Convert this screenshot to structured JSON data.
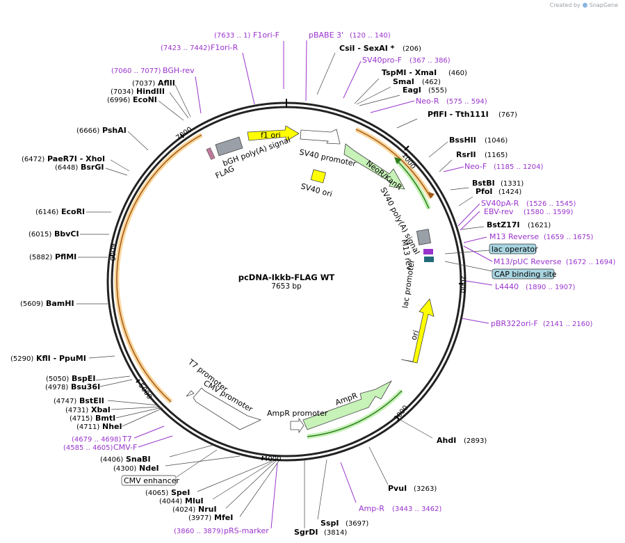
{
  "credit": {
    "prefix": "Created by",
    "brand": "SnapGene"
  },
  "plasmid": {
    "name": "pcDNA-Ikkb-FLAG WT",
    "size": "7653 bp",
    "length": 7653
  },
  "ticks": [
    "1000",
    "2000",
    "3000",
    "4000",
    "5000",
    "6000",
    "7000"
  ],
  "enzymes": [
    {
      "name": "CsiI  - SexAI *",
      "pos": "(206)"
    },
    {
      "name": "TspMI  - XmaI",
      "pos": "(460)"
    },
    {
      "name": "SmaI",
      "pos": "(462)"
    },
    {
      "name": "EagI",
      "pos": "(555)"
    },
    {
      "name": "PflFI  - Tth111I",
      "pos": "(767)"
    },
    {
      "name": "BssHII",
      "pos": "(1046)"
    },
    {
      "name": "RsrII",
      "pos": "(1165)"
    },
    {
      "name": "BstBI",
      "pos": "(1331)"
    },
    {
      "name": "PfoI",
      "pos": "(1424)"
    },
    {
      "name": "BstZ17I",
      "pos": "(1621)"
    },
    {
      "name": "AhdI",
      "pos": "(2893)"
    },
    {
      "name": "PvuI",
      "pos": "(3263)"
    },
    {
      "name": "SspI",
      "pos": "(3697)"
    },
    {
      "name": "SgrDI",
      "pos": "(3814)"
    },
    {
      "name": "MfeI",
      "pos": "(3977)"
    },
    {
      "name": "NruI",
      "pos": "(4024)"
    },
    {
      "name": "MluI",
      "pos": "(4044)"
    },
    {
      "name": "SpeI",
      "pos": "(4065)"
    },
    {
      "name": "NdeI",
      "pos": "(4300)"
    },
    {
      "name": "SnaBI",
      "pos": "(4406)"
    },
    {
      "name": "NheI",
      "pos": "(4711)"
    },
    {
      "name": "BmtI",
      "pos": "(4715)"
    },
    {
      "name": "XbaI",
      "pos": "(4731)"
    },
    {
      "name": "BstEII",
      "pos": "(4747)"
    },
    {
      "name": "Bsu36I",
      "pos": "(4978)"
    },
    {
      "name": "BspEI",
      "pos": "(5050)"
    },
    {
      "name": "KflI  - PpuMI",
      "pos": "(5290)"
    },
    {
      "name": "BamHI",
      "pos": "(5609)"
    },
    {
      "name": "PflMI",
      "pos": "(5882)"
    },
    {
      "name": "BbvCI",
      "pos": "(6015)"
    },
    {
      "name": "EcoRI",
      "pos": "(6146)"
    },
    {
      "name": "BsrGI",
      "pos": "(6448)"
    },
    {
      "name": "PaeR7I  - XhoI",
      "pos": "(6472)"
    },
    {
      "name": "PshAI",
      "pos": "(6666)"
    },
    {
      "name": "EcoNI",
      "pos": "(6996)"
    },
    {
      "name": "HindIII",
      "pos": "(7034)"
    },
    {
      "name": "AflII",
      "pos": "(7037)"
    }
  ],
  "primers": [
    {
      "name": "F1ori-F",
      "pos": "(7633 .. 1)"
    },
    {
      "name": "F1ori-R",
      "pos": "(7423 .. 7442)"
    },
    {
      "name": "BGH-rev",
      "pos": "(7060 .. 7077)"
    },
    {
      "name": "pBABE 3'",
      "pos": "(120 .. 140)"
    },
    {
      "name": "SV40pro-F",
      "pos": "(367 .. 386)"
    },
    {
      "name": "Neo-R",
      "pos": "(575 .. 594)"
    },
    {
      "name": "Neo-F",
      "pos": "(1185 .. 1204)"
    },
    {
      "name": "SV40pA-R",
      "pos": "(1526 .. 1545)"
    },
    {
      "name": "EBV-rev",
      "pos": "(1580 .. 1599)"
    },
    {
      "name": "M13 Reverse",
      "pos": "(1659 .. 1675)"
    },
    {
      "name": "M13/pUC Reverse",
      "pos": "(1672 .. 1694)"
    },
    {
      "name": "L4440",
      "pos": "(1890 .. 1907)"
    },
    {
      "name": "pBR322ori-F",
      "pos": "(2141 .. 2160)"
    },
    {
      "name": "Amp-R",
      "pos": "(3443 .. 3462)"
    },
    {
      "name": "pRS-marker",
      "pos": "(3860 .. 3879)"
    },
    {
      "name": "T7",
      "pos": "(4679 .. 4698)"
    },
    {
      "name": "CMV-F",
      "pos": "(4585 .. 4605)"
    }
  ],
  "boxed_features": [
    {
      "name": "lac operator"
    },
    {
      "name": "CAP binding site"
    },
    {
      "name": "CMV enhancer"
    }
  ],
  "features": [
    {
      "name": "f1 ori"
    },
    {
      "name": "SV40 promoter"
    },
    {
      "name": "NeoR/KanR"
    },
    {
      "name": "SV40 poly(A) signal"
    },
    {
      "name": "SV40 ori"
    },
    {
      "name": "bGH poly(A) signal"
    },
    {
      "name": "FLAG"
    },
    {
      "name": "M13 rev"
    },
    {
      "name": "lac promoter"
    },
    {
      "name": "ori"
    },
    {
      "name": "AmpR"
    },
    {
      "name": "AmpR promoter"
    },
    {
      "name": "T7 promoter"
    },
    {
      "name": "CMV promoter"
    }
  ],
  "colors": {
    "primer": "#9933cc",
    "ori": "#ffff00",
    "resistance": "#ccffcc",
    "orf": "#f0a030",
    "box": "#a8d4e0"
  }
}
